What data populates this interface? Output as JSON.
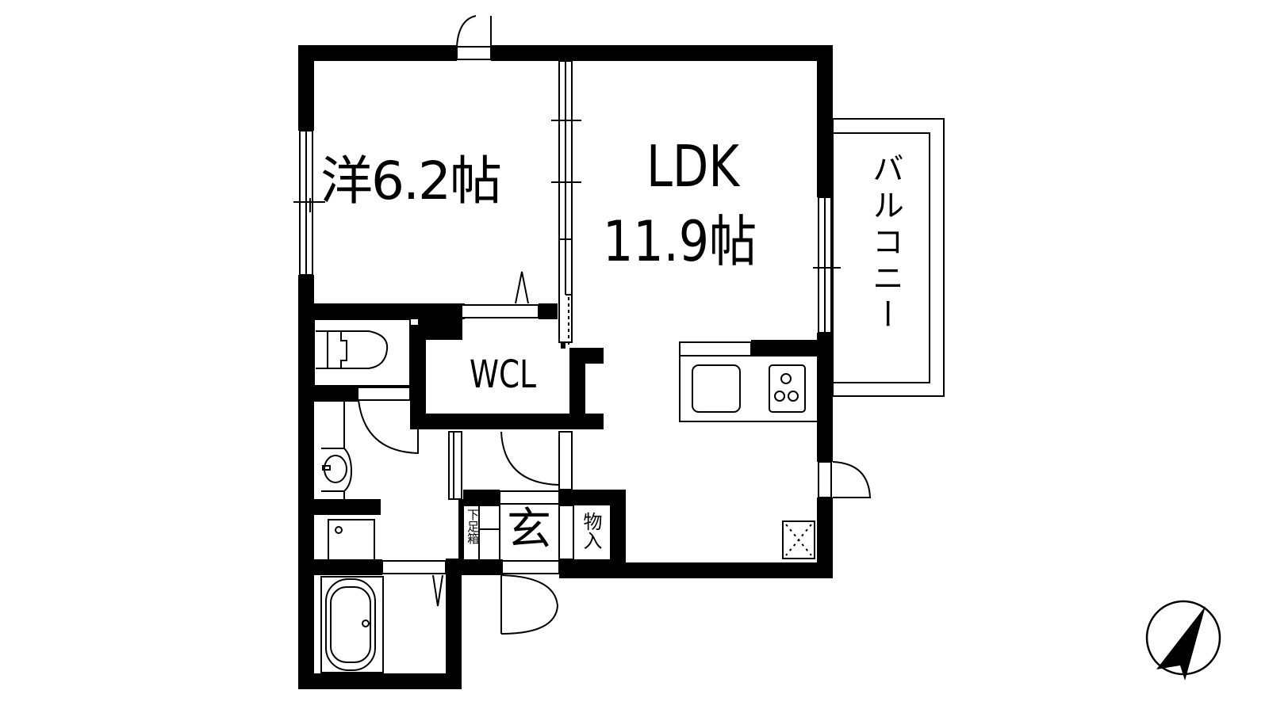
{
  "floorplan": {
    "rooms": {
      "western_room": {
        "label": "洋6.2帖",
        "type": "洋室",
        "size_jo": "6.2"
      },
      "ldk": {
        "label_line1": "LDK",
        "label_line2": "11.9帖",
        "size_jo": "11.9"
      },
      "balcony": {
        "label": "バルコニー"
      },
      "wcl": {
        "label": "WCL"
      },
      "entrance": {
        "label": "玄"
      },
      "storage": {
        "label": "物入"
      },
      "shoe_box": {
        "label": "下足箱"
      }
    },
    "fixtures": [
      "toilet",
      "washbasin",
      "washing-machine-pan",
      "bathtub",
      "kitchen-sink",
      "three-burner-stove",
      "refrigerator-space"
    ],
    "compass": {
      "icon": "north-arrow-icon"
    },
    "colors": {
      "wall": "#000000",
      "background": "#ffffff",
      "line": "#000000"
    }
  }
}
